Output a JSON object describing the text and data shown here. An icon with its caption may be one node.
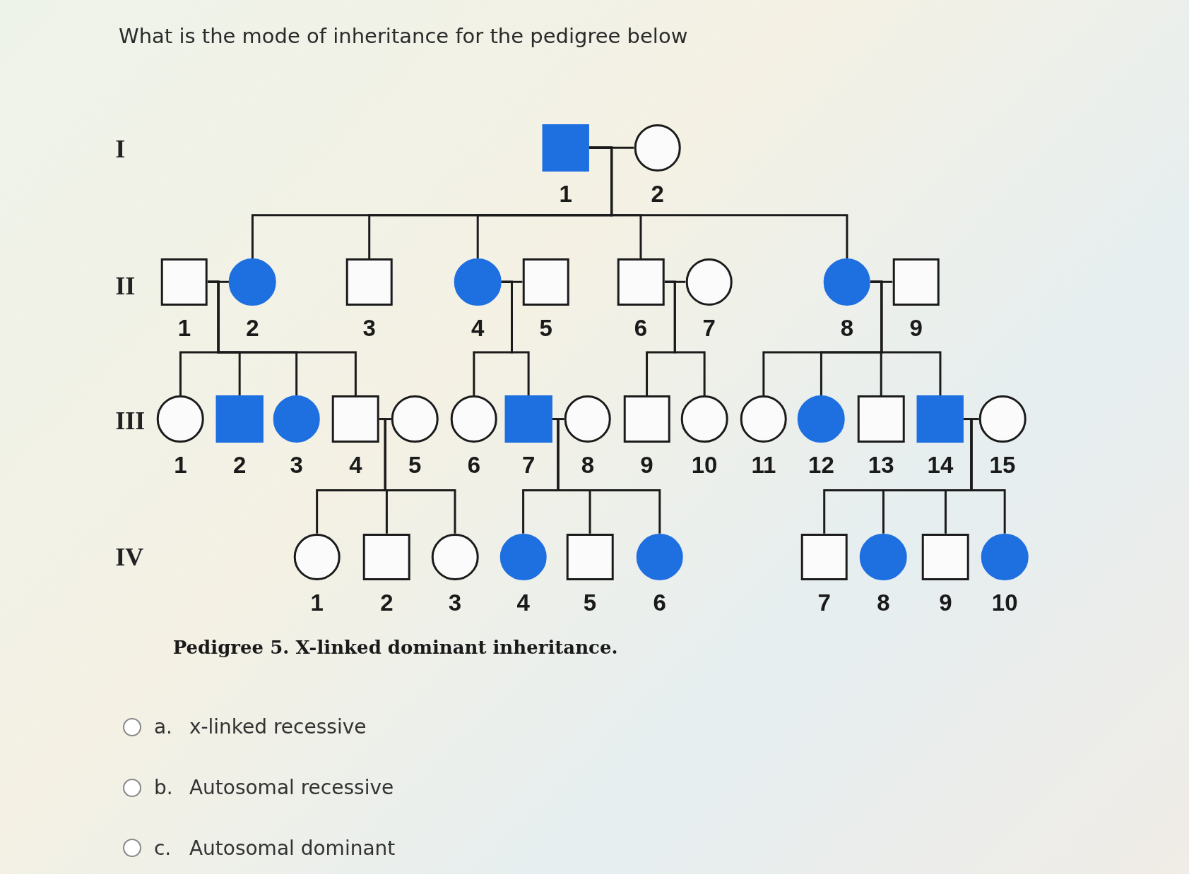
{
  "diagram": {
    "title": "What is the mode of inheritance for the pedigree below",
    "caption": "Pedigree 5. X-linked dominant inheritance.",
    "nodes": [
      {
        "text": [],
        "shape": "box",
        "beside": [
          "1"
        ]
      },
      {
        "text": [],
        "shape": "circle",
        "beside": [
          "2"
        ]
      },
      {
        "text": [],
        "shape": "box",
        "beside": [
          "1"
        ]
      },
      {
        "text": [],
        "shape": "circle",
        "beside": [
          "2"
        ]
      },
      {
        "text": [],
        "shape": "box",
        "beside": [
          "3"
        ]
      },
      {
        "text": [],
        "shape": "circle",
        "beside": [
          "4"
        ]
      },
      {
        "text": [],
        "shape": "box",
        "beside": [
          "5"
        ]
      },
      {
        "text": [],
        "shape": "box",
        "beside": [
          "6"
        ]
      },
      {
        "text": [],
        "shape": "circle",
        "beside": [
          "7"
        ]
      },
      {
        "text": [],
        "shape": "circle",
        "beside": [
          "8"
        ]
      },
      {
        "text": [],
        "shape": "box",
        "beside": [
          "9"
        ]
      },
      {
        "text": [],
        "shape": "circle",
        "beside": [
          "1"
        ]
      },
      {
        "text": [],
        "shape": "box",
        "beside": [
          "2"
        ]
      },
      {
        "text": [],
        "shape": "circle",
        "beside": [
          "3"
        ]
      },
      {
        "text": [],
        "shape": "box",
        "beside": [
          "4"
        ]
      },
      {
        "text": [],
        "shape": "circle",
        "beside": [
          "5"
        ]
      },
      {
        "text": [],
        "shape": "circle",
        "beside": [
          "6"
        ]
      },
      {
        "text": [],
        "shape": "box",
        "beside": [
          "7"
        ]
      },
      {
        "text": [],
        "shape": "circle",
        "beside": [
          "8"
        ]
      },
      {
        "text": [],
        "shape": "box",
        "beside": [
          "9"
        ]
      },
      {
        "text": [],
        "shape": "circle",
        "beside": [
          "10"
        ]
      },
      {
        "text": [],
        "shape": "circle",
        "beside": [
          "11"
        ]
      },
      {
        "text": [],
        "shape": "circle",
        "beside": [
          "12"
        ]
      },
      {
        "text": [],
        "shape": "box",
        "beside": [
          "13"
        ]
      },
      {
        "text": [],
        "shape": "box",
        "beside": [
          "14"
        ]
      },
      {
        "text": [],
        "shape": "circle",
        "beside": [
          "15"
        ]
      },
      {
        "text": [],
        "shape": "circle",
        "beside": [
          "1"
        ]
      },
      {
        "text": [],
        "shape": "box",
        "beside": [
          "2"
        ]
      },
      {
        "text": [],
        "shape": "circle",
        "beside": [
          "3"
        ]
      },
      {
        "text": [],
        "shape": "circle",
        "beside": [
          "4"
        ]
      },
      {
        "text": [],
        "shape": "box",
        "beside": [
          "5"
        ]
      },
      {
        "text": [],
        "shape": "circle",
        "beside": [
          "6"
        ]
      },
      {
        "text": [],
        "shape": "box",
        "beside": [
          "7"
        ]
      },
      {
        "text": [],
        "shape": "circle",
        "beside": [
          "8"
        ]
      },
      {
        "text": [],
        "shape": "box",
        "beside": [
          "9"
        ]
      },
      {
        "text": [],
        "shape": "circle",
        "beside": [
          "10"
        ]
      }
    ],
    "edges": [
      {
        "from": 0,
        "to": 1,
        "arrow": "none"
      },
      {
        "from": 0,
        "to": 3,
        "arrow": "none"
      },
      {
        "from": 0,
        "to": 4,
        "arrow": "none"
      },
      {
        "from": 0,
        "to": 5,
        "arrow": "none"
      },
      {
        "from": 0,
        "to": 7,
        "arrow": "none"
      },
      {
        "from": 0,
        "to": 9,
        "arrow": "none"
      },
      {
        "from": 2,
        "to": 3,
        "arrow": "none"
      },
      {
        "from": 5,
        "to": 6,
        "arrow": "none"
      },
      {
        "from": 7,
        "to": 8,
        "arrow": "none"
      },
      {
        "from": 9,
        "to": 10,
        "arrow": "none"
      },
      {
        "from": 2,
        "to": 11,
        "arrow": "none"
      },
      {
        "from": 2,
        "to": 12,
        "arrow": "none"
      },
      {
        "from": 2,
        "to": 13,
        "arrow": "none"
      },
      {
        "from": 2,
        "to": 14,
        "arrow": "none"
      },
      {
        "from": 5,
        "to": 16,
        "arrow": "none"
      },
      {
        "from": 5,
        "to": 17,
        "arrow": "none"
      },
      {
        "from": 7,
        "to": 19,
        "arrow": "none"
      },
      {
        "from": 7,
        "to": 20,
        "arrow": "none"
      },
      {
        "from": 9,
        "to": 21,
        "arrow": "none"
      },
      {
        "from": 9,
        "to": 22,
        "arrow": "none"
      },
      {
        "from": 9,
        "to": 23,
        "arrow": "none"
      },
      {
        "from": 9,
        "to": 24,
        "arrow": "none"
      },
      {
        "from": 14,
        "to": 15,
        "arrow": "none"
      },
      {
        "from": 17,
        "to": 18,
        "arrow": "none"
      },
      {
        "from": 24,
        "to": 25,
        "arrow": "none"
      },
      {
        "from": 14,
        "to": 26,
        "arrow": "none"
      },
      {
        "from": 14,
        "to": 27,
        "arrow": "none"
      },
      {
        "from": 14,
        "to": 28,
        "arrow": "none"
      },
      {
        "from": 17,
        "to": 29,
        "arrow": "none"
      },
      {
        "from": 17,
        "to": 30,
        "arrow": "none"
      },
      {
        "from": 17,
        "to": 31,
        "arrow": "none"
      },
      {
        "from": 24,
        "to": 32,
        "arrow": "none"
      },
      {
        "from": 24,
        "to": 33,
        "arrow": "none"
      },
      {
        "from": 24,
        "to": 34,
        "arrow": "none"
      },
      {
        "from": 24,
        "to": 35,
        "arrow": "none"
      }
    ],
    "labels": [
      "I",
      "II",
      "III",
      "IV",
      "a.",
      "x-linked recessive",
      "b.",
      "Autosomal recessive",
      "c.",
      "Autosomal dominant"
    ]
  }
}
